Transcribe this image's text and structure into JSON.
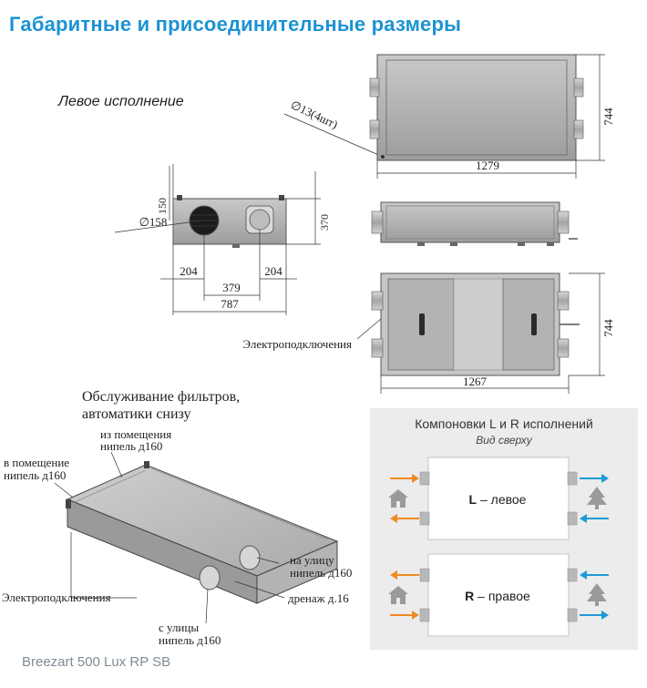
{
  "title": "Габаритные и присоединительные размеры",
  "left_version_label": "Левое исполнение",
  "hole_label": "∅13(4шт)",
  "dims": {
    "top_height": "744",
    "top_width": "1279",
    "front_diameter": "∅158",
    "front_150": "150",
    "front_370": "370",
    "front_204_left": "204",
    "front_204_right": "204",
    "front_379": "379",
    "front_787": "787",
    "bottom_height": "744",
    "bottom_width": "1267"
  },
  "electro_label_top": "Электроподключения",
  "service": {
    "line1": "Обслуживание фильтров,",
    "line2": "автоматики снизу"
  },
  "iso_labels": {
    "from_room_1": "из помещения",
    "from_room_2": "нипель д160",
    "to_room_1": "в помещение",
    "to_room_2": "нипель д160",
    "outside_1": "на улицу",
    "outside_2": "нипель д160",
    "drain": "дренаж д.16",
    "electro": "Электроподключения",
    "from_street_1": "с улицы",
    "from_street_2": "нипель д160"
  },
  "layouts": {
    "title": "Компоновки L и R исполнений",
    "subtitle": "Вид сверху",
    "left_letter": "L",
    "left_text": " – левое",
    "right_letter": "R",
    "right_text": " – правое"
  },
  "colors": {
    "accent": "#1b93d3",
    "orange": "#f08a24",
    "blue": "#1f9ad6",
    "unit_gray": "#b8b8b8"
  },
  "footer": "Breezart 500 Lux RP SB"
}
